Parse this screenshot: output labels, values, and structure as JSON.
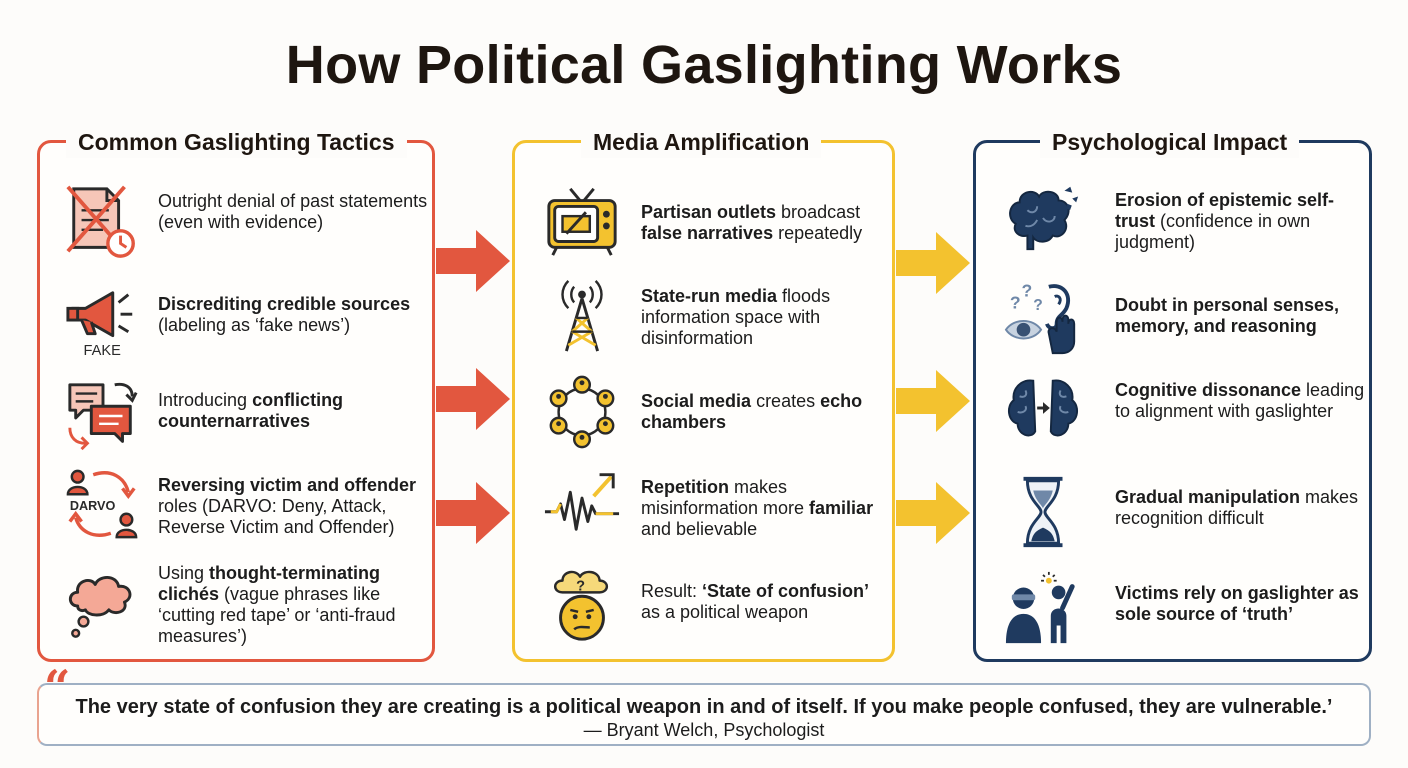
{
  "title": "How Political Gaslighting Works",
  "colors": {
    "red": "#e2573f",
    "yellow": "#f3c22f",
    "navy": "#1f3a5f"
  },
  "panels": [
    {
      "title": "Common Gaslighting Tactics",
      "items": [
        {
          "icon": "crossed-document-clock-icon",
          "parts": [
            {
              "b": false,
              "t": "Outright denial of past statements (even with evidence)"
            }
          ]
        },
        {
          "icon": "megaphone-fake-icon",
          "label": "FAKE",
          "parts": [
            {
              "b": true,
              "t": "Discrediting credible sources"
            },
            {
              "b": false,
              "t": " (labeling as ‘fake news’)"
            }
          ]
        },
        {
          "icon": "conflicting-chat-bubbles-icon",
          "parts": [
            {
              "b": false,
              "t": "Introducing "
            },
            {
              "b": true,
              "t": "conflicting counternarratives"
            }
          ]
        },
        {
          "icon": "darvo-cycle-icon",
          "label": "DARVO",
          "parts": [
            {
              "b": true,
              "t": "Reversing victim and offender"
            },
            {
              "b": false,
              "t": " roles (DARVO: Deny, Attack, Reverse Victim and Offender)"
            }
          ]
        },
        {
          "icon": "thought-cloud-icon",
          "parts": [
            {
              "b": false,
              "t": "Using "
            },
            {
              "b": true,
              "t": "thought-terminating clichés"
            },
            {
              "b": false,
              "t": " (vague phrases like ‘cutting red tape’ or ‘anti-fraud measures’)"
            }
          ]
        }
      ]
    },
    {
      "title": "Media Amplification",
      "items": [
        {
          "icon": "retro-tv-icon",
          "parts": [
            {
              "b": true,
              "t": "Partisan outlets"
            },
            {
              "b": false,
              "t": " broadcast "
            },
            {
              "b": true,
              "t": "false narratives"
            },
            {
              "b": false,
              "t": " repeatedly"
            }
          ]
        },
        {
          "icon": "broadcast-tower-icon",
          "parts": [
            {
              "b": true,
              "t": "State-run media"
            },
            {
              "b": false,
              "t": " floods information space with disinformation"
            }
          ]
        },
        {
          "icon": "network-people-icon",
          "parts": [
            {
              "b": true,
              "t": "Social media"
            },
            {
              "b": false,
              "t": " creates "
            },
            {
              "b": true,
              "t": "echo chambers"
            }
          ]
        },
        {
          "icon": "repetition-wave-icon",
          "parts": [
            {
              "b": true,
              "t": "Repetition"
            },
            {
              "b": false,
              "t": " makes misinformation more "
            },
            {
              "b": true,
              "t": "familiar"
            },
            {
              "b": false,
              "t": " and believable"
            }
          ]
        },
        {
          "icon": "confused-face-icon",
          "parts": [
            {
              "b": false,
              "t": "Result: "
            },
            {
              "b": true,
              "t": "‘State of confusion’"
            },
            {
              "b": false,
              "t": " as a political weapon"
            }
          ]
        }
      ]
    },
    {
      "title": "Psychological Impact",
      "items": [
        {
          "icon": "crumbling-brain-icon",
          "parts": [
            {
              "b": true,
              "t": "Erosion of epistemic self-trust"
            },
            {
              "b": false,
              "t": " (confidence in own judgment)"
            }
          ]
        },
        {
          "icon": "doubt-senses-icon",
          "parts": [
            {
              "b": true,
              "t": "Doubt in personal senses, memory, and reasoning"
            }
          ]
        },
        {
          "icon": "split-brain-icon",
          "parts": [
            {
              "b": true,
              "t": "Cognitive dissonance"
            },
            {
              "b": false,
              "t": " leading to alignment with gaslighter"
            }
          ]
        },
        {
          "icon": "hourglass-icon",
          "parts": [
            {
              "b": true,
              "t": "Gradual manipulation"
            },
            {
              "b": false,
              "t": " makes recognition difficult"
            }
          ]
        },
        {
          "icon": "blindfolded-person-icon",
          "parts": [
            {
              "b": true,
              "t": "Victims rely on gaslighter as sole source of ‘truth’"
            }
          ]
        }
      ]
    }
  ],
  "quote": {
    "mark": "“",
    "text": "The very state of confusion they are creating is a political weapon in and of itself. If you make people confused, they are vulnerable.’",
    "author": "— Bryant Welch, Psychologist"
  }
}
